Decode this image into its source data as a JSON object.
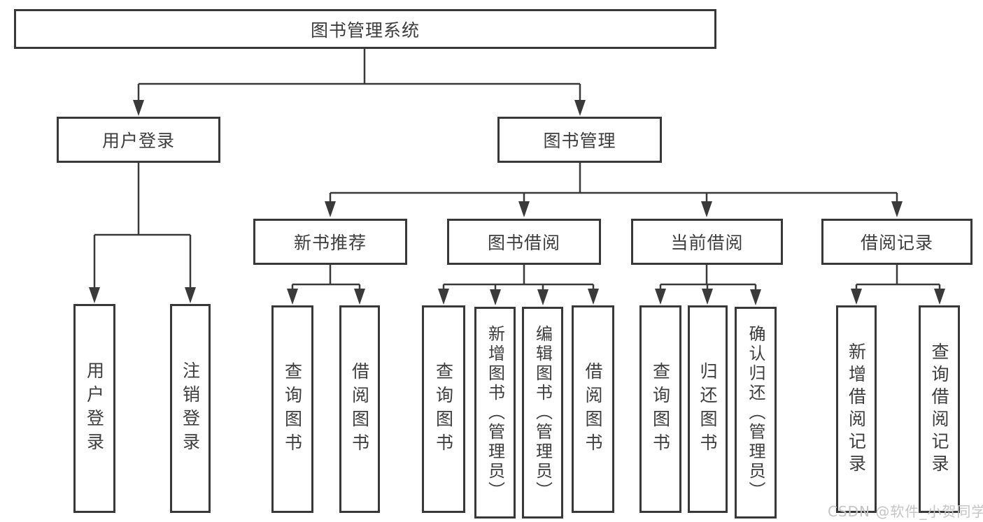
{
  "watermark": "CSDN @软件_小贺同学",
  "tree": {
    "root": "图书管理系统",
    "children": [
      {
        "label": "用户登录",
        "children": [
          "用户登录",
          "注销登录"
        ]
      },
      {
        "label": "图书管理",
        "children": [
          {
            "label": "新书推荐",
            "children": [
              "查询图书",
              "借阅图书"
            ]
          },
          {
            "label": "图书借阅",
            "children": [
              "查询图书",
              "新增图书（管理员）",
              "编辑图书（管理员）",
              "借阅图书"
            ]
          },
          {
            "label": "当前借阅",
            "children": [
              "查询图书",
              "归还图书",
              "确认归还（管理员）"
            ]
          },
          {
            "label": "借阅记录",
            "children": [
              "新增借阅记录",
              "查询借阅记录"
            ]
          }
        ]
      }
    ]
  }
}
